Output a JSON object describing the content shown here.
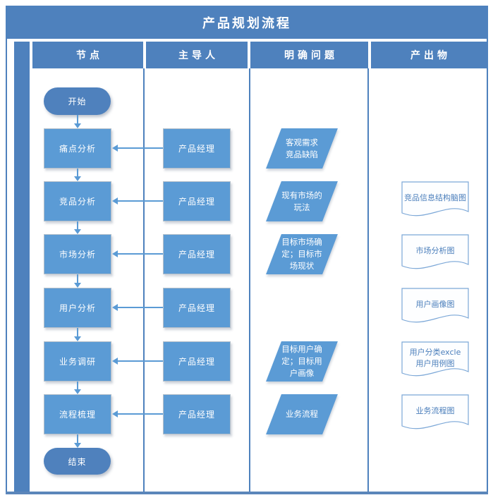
{
  "title": "产品规划流程",
  "lanes": {
    "nodes": "节点",
    "owner": "主导人",
    "question": "明确问题",
    "output": "产出物"
  },
  "flow": {
    "start": "开始",
    "end": "结束",
    "steps": [
      "痛点分析",
      "竞品分析",
      "市场分析",
      "用户分析",
      "业务调研",
      "流程梳理"
    ],
    "owners": [
      "产品经理",
      "产品经理",
      "产品经理",
      "产品经理",
      "产品经理",
      "产品经理"
    ],
    "questions": {
      "row1": "客观需求\n竞品缺陷",
      "row2": "现有市场的\n玩法",
      "row3": "目标市场确\n定；目标市\n场现状",
      "row5": "目标用户确\n定；目标用\n户画像",
      "row6": "业务流程"
    },
    "outputs": {
      "row2": "竞品信息结构脑图",
      "row3": "市场分析图",
      "row4": "用户画像图",
      "row5": "用户分类excle\n用户用例图",
      "row6": "业务流程图"
    }
  },
  "colors": {
    "accent_dark": "#4e81bd",
    "accent_light": "#5b9bd5",
    "doc_text": "#4a7ebb",
    "doc_border": "#7ba7d7"
  }
}
